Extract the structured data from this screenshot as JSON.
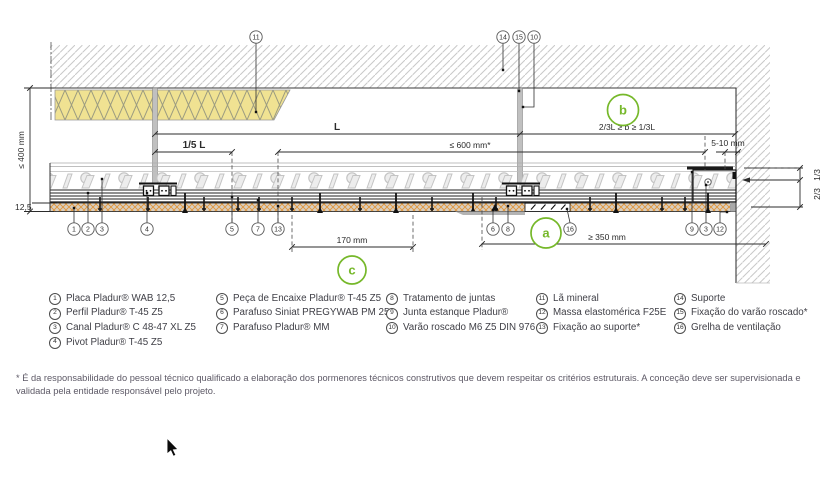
{
  "diagram": {
    "dims": {
      "max_height": "≤ 400 mm",
      "board_thickness": "12,5",
      "span": "L",
      "fifth_span": "1/5 L",
      "max_spacing": "≤ 600 mm*",
      "b_rule": "2/3L ≥ b ≥ 1/3L",
      "wall_gap": "5-10 mm",
      "grille_dim": "170 mm",
      "min_grille_distance": "≥ 350 mm",
      "plenum_top": "1/3",
      "plenum_bottom": "2/3"
    },
    "zones": {
      "a": "a",
      "b": "b",
      "c": "c"
    },
    "callouts": {
      "top": [
        "11",
        "14",
        "15",
        "10"
      ],
      "bottom": [
        "1",
        "2",
        "3",
        "4",
        "5",
        "7",
        "13",
        "6",
        "8",
        "16",
        "9",
        "3",
        "12"
      ]
    }
  },
  "legend": {
    "columns": [
      {
        "items": [
          {
            "num": "1",
            "label": "Placa Pladur® WAB 12,5"
          },
          {
            "num": "2",
            "label": "Perfil Pladur® T-45 Z5"
          },
          {
            "num": "3",
            "label": "Canal Pladur® C 48-47 XL Z5"
          },
          {
            "num": "4",
            "label": "Pivot Pladur® T-45 Z5"
          }
        ]
      },
      {
        "items": [
          {
            "num": "5",
            "label": "Peça de Encaixe Pladur® T-45 Z5"
          },
          {
            "num": "6",
            "label": "Parafuso Siniat PREGYWAB PM 25"
          },
          {
            "num": "7",
            "label": "Parafuso Pladur® MM"
          }
        ]
      },
      {
        "items": [
          {
            "num": "8",
            "label": "Tratamento de juntas"
          },
          {
            "num": "9",
            "label": "Junta estanque Pladur®"
          },
          {
            "num": "10",
            "label": "Varão roscado M6 Z5 DIN 976"
          }
        ]
      },
      {
        "items": [
          {
            "num": "11",
            "label": "Lã mineral"
          },
          {
            "num": "12",
            "label": "Massa elastomérica F25E"
          },
          {
            "num": "13",
            "label": "Fixação ao suporte*"
          }
        ]
      },
      {
        "items": [
          {
            "num": "14",
            "label": "Suporte"
          },
          {
            "num": "15",
            "label": "Fixação do varão roscado*"
          },
          {
            "num": "16",
            "label": "Grelha de ventilação"
          }
        ]
      }
    ]
  },
  "footnote": "* É da responsabilidade do pessoal técnico qualificado a elaboração dos pormenores técnicos construtivos que devem respeitar os critérios estruturais. A conceção deve ser supervisionada e validada pela entidade responsável pelo projeto.",
  "colors": {
    "accent_green": "#76b82a",
    "wool_yellow": "#f0e292",
    "board_orange": "#e0953a"
  }
}
